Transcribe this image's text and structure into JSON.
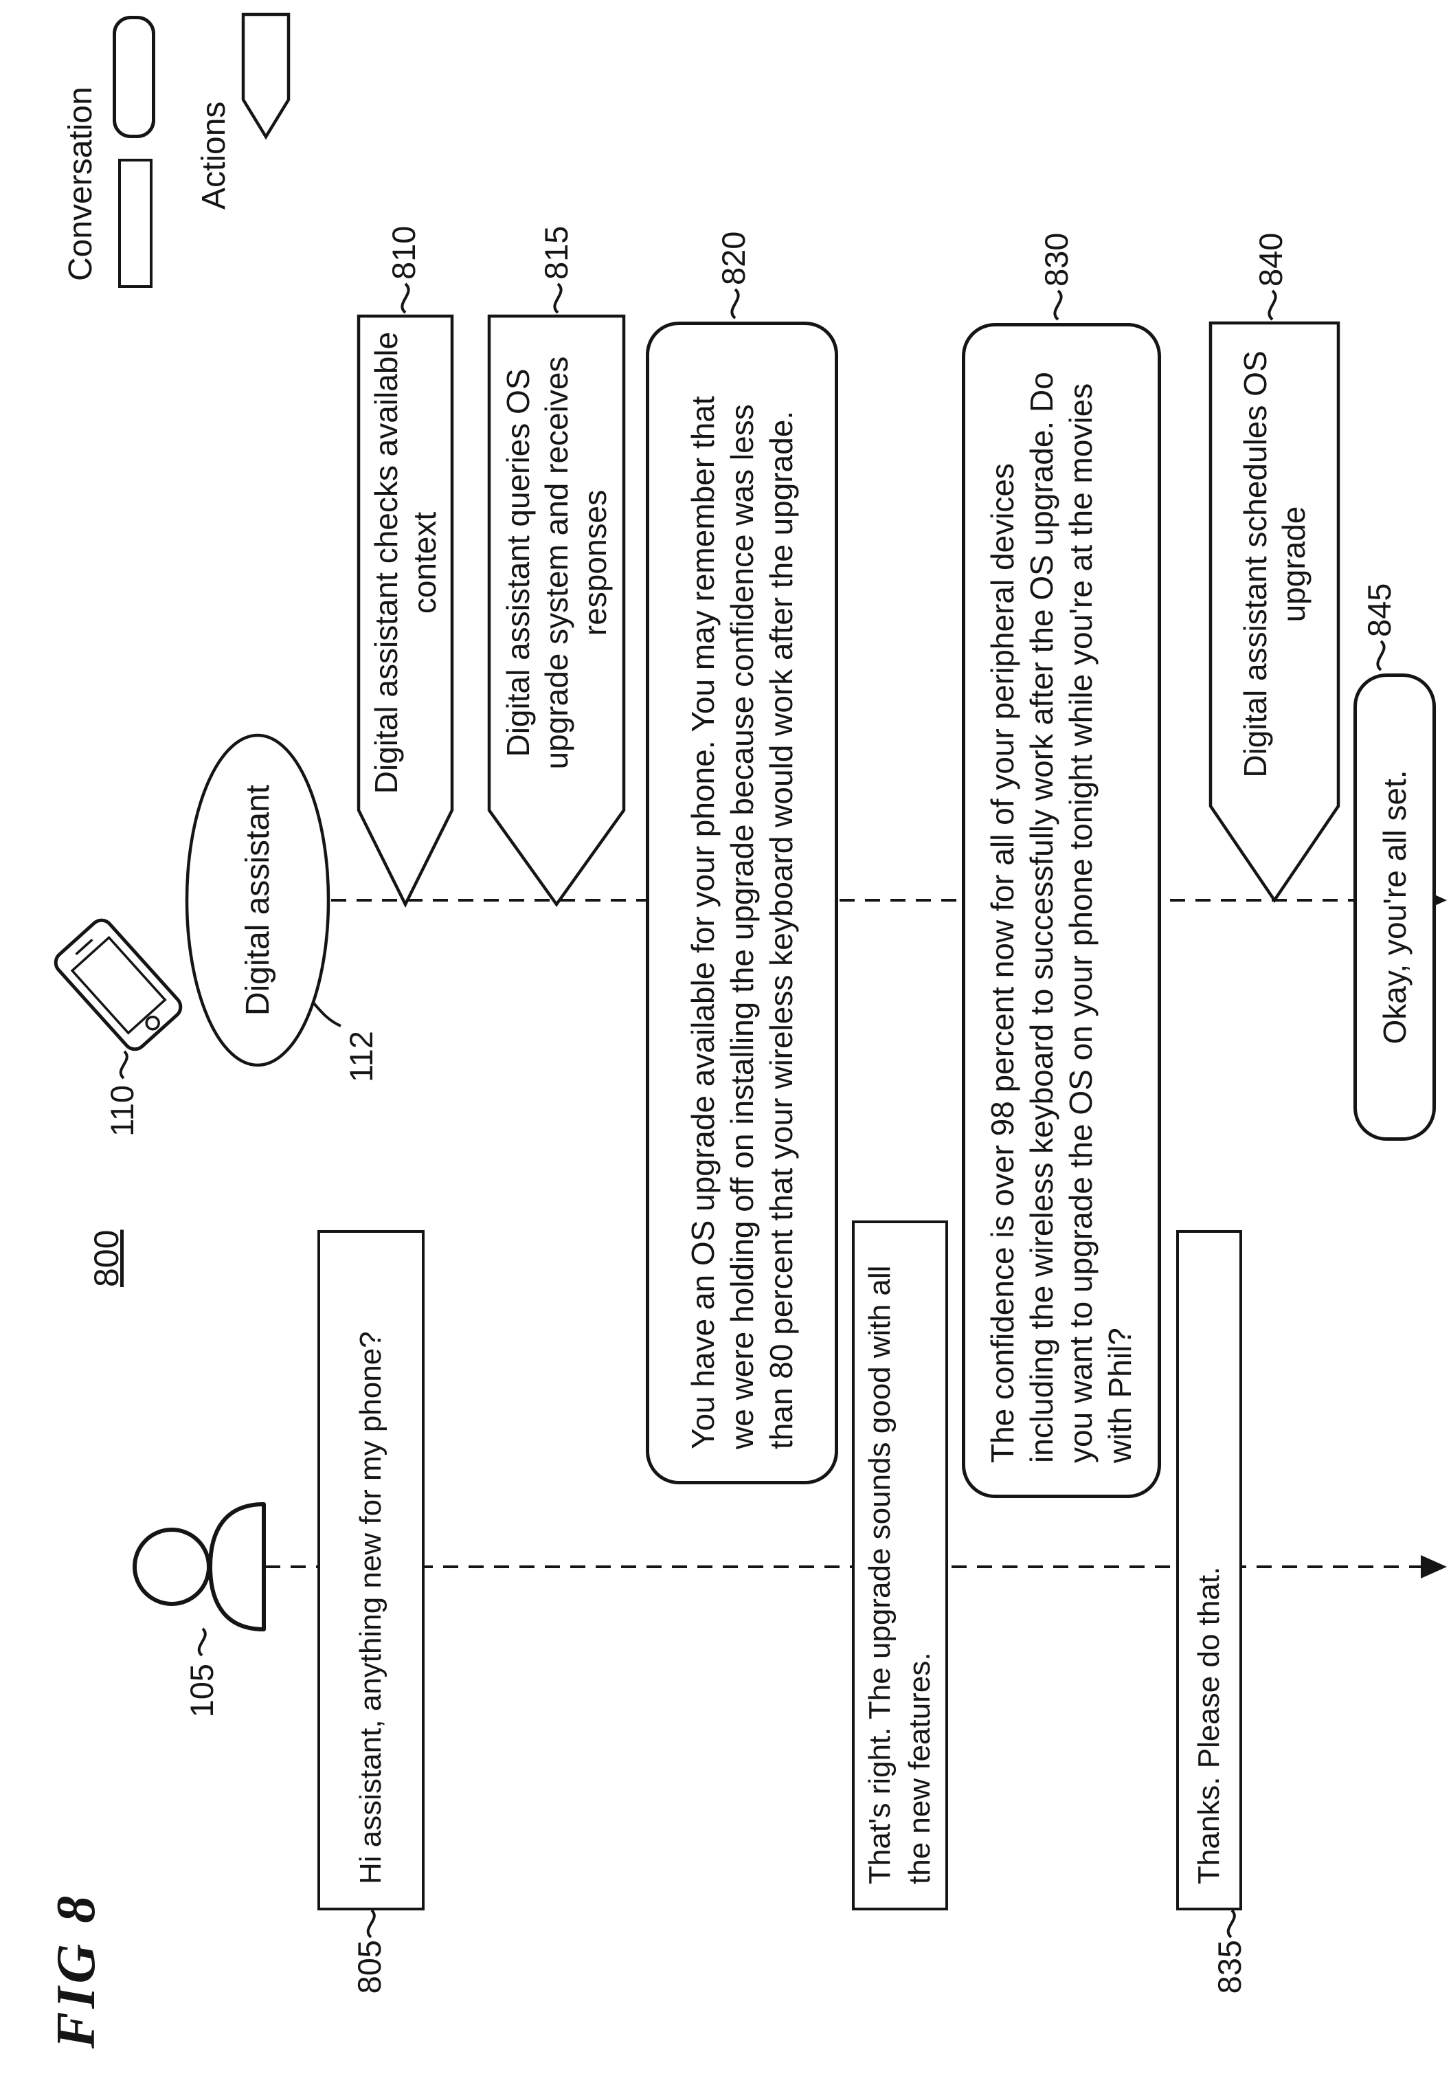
{
  "figure": {
    "label": "FIG 8",
    "ref": "800"
  },
  "legend": {
    "conversation": "Conversation",
    "actions": "Actions"
  },
  "participants": {
    "user": {
      "ref": "105"
    },
    "phone": {
      "ref": "110"
    },
    "assistant": {
      "ref": "112",
      "label": "Digital assistant"
    }
  },
  "timeline": {
    "b805": {
      "ref": "805",
      "type": "conversation-user",
      "text": "Hi assistant, anything new for my phone?"
    },
    "a810": {
      "ref": "810",
      "type": "action",
      "text": "Digital assistant checks available context"
    },
    "a815": {
      "ref": "815",
      "type": "action",
      "text": "Digital assistant queries OS upgrade system and receives responses"
    },
    "c820": {
      "ref": "820",
      "type": "conversation-assistant",
      "text": "You have an OS upgrade available for your phone. You may remember that we were holding off on installing the upgrade because confidence was less than 80 percent that your wireless keyboard would work after the upgrade."
    },
    "u2": {
      "type": "conversation-user",
      "text": "That's right. The upgrade sounds good with all the new features."
    },
    "c830": {
      "ref": "830",
      "type": "conversation-assistant",
      "text": "The confidence is over 98 percent now for all of your peripheral devices including the wireless keyboard to successfully work after the OS upgrade. Do you want to upgrade the OS on your phone tonight while you're at the movies with Phil?"
    },
    "b835": {
      "ref": "835",
      "type": "conversation-user",
      "text": "Thanks. Please do that."
    },
    "a840": {
      "ref": "840",
      "type": "action",
      "text": "Digital assistant schedules OS upgrade"
    },
    "c845": {
      "ref": "845",
      "type": "conversation-assistant",
      "text": "Okay, you're all set."
    }
  },
  "colors": {
    "ink": "#151515",
    "background": "#ffffff"
  }
}
